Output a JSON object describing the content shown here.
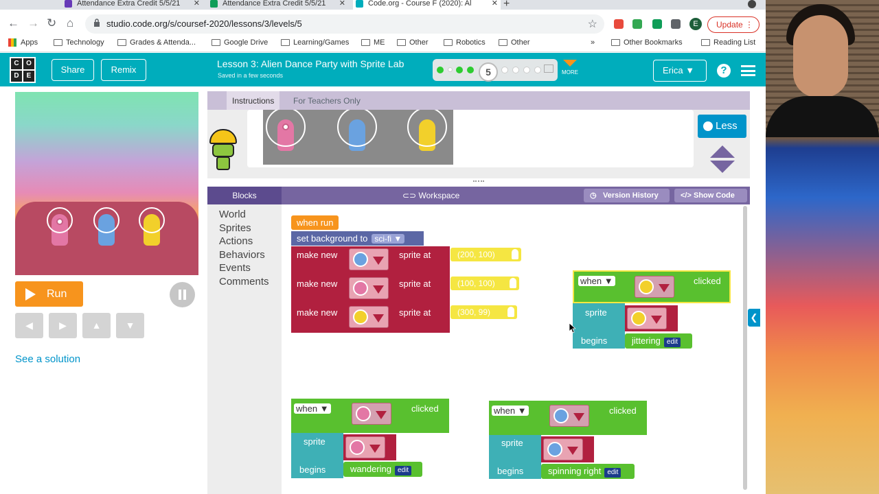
{
  "browser": {
    "tabs": [
      {
        "title": "Attendance Extra Credit 5/5/21"
      },
      {
        "title": "Attendance Extra Credit 5/5/21"
      },
      {
        "title": "Code.org - Course F (2020): Al"
      }
    ],
    "url": "studio.code.org/s/coursef-2020/lessons/3/levels/5",
    "profile_initial": "E",
    "update_label": "Update",
    "bookmarks": [
      "Apps",
      "Technology",
      "Grades & Attenda...",
      "Google Drive",
      "Learning/Games",
      "ME",
      "Other",
      "Robotics",
      "Other"
    ],
    "other_bookmarks": "Other Bookmarks",
    "reading_list": "Reading List",
    "overflow": "»"
  },
  "header": {
    "logo_letters": [
      "C",
      "O",
      "D",
      "E"
    ],
    "share_label": "Share",
    "remix_label": "Remix",
    "lesson_title": "Lesson 3: Alien Dance Party with Sprite Lab",
    "saved_status": "Saved in a few seconds",
    "current_level": "5",
    "more_label": "MORE",
    "user_name": "Erica",
    "help_glyph": "?"
  },
  "left": {
    "run_label": "Run",
    "arrow_glyphs": [
      "◀",
      "▶",
      "▲",
      "▼"
    ],
    "see_solution": "See a solution"
  },
  "instructions": {
    "tabs": [
      "Instructions",
      "For Teachers Only"
    ],
    "less_label": "Less"
  },
  "workspace": {
    "blocks_header": "Blocks",
    "title": "Workspace",
    "version_history": "Version History",
    "show_code": "Show Code",
    "categories": [
      "World",
      "Sprites",
      "Actions",
      "Behaviors",
      "Events",
      "Comments"
    ],
    "when_run": "when run",
    "set_background": "set background to",
    "background_value": "sci-fi ▼",
    "make_new": "make new",
    "sprite_at": "sprite at",
    "coords": [
      "(200, 100)",
      "(100, 100)",
      "(300, 99)"
    ],
    "when": "when ▼",
    "clicked": "clicked",
    "sprite": "sprite",
    "begins": "begins",
    "behaviors": [
      "jittering",
      "wandering",
      "spinning right"
    ],
    "edit": "edit",
    "side_tab_glyph": "❮"
  },
  "colors": {
    "header_teal": "#00adbc",
    "run_orange": "#f7941d",
    "workspace_purple": "#7665a0",
    "block_red": "#b1203f",
    "block_green": "#59c02f",
    "block_teal": "#3eb0b6",
    "coord_yellow": "#f5e642"
  },
  "icons": {
    "lock": "lock-icon",
    "star": "star-icon",
    "help": "help-icon",
    "menu": "hamburger-icon"
  }
}
